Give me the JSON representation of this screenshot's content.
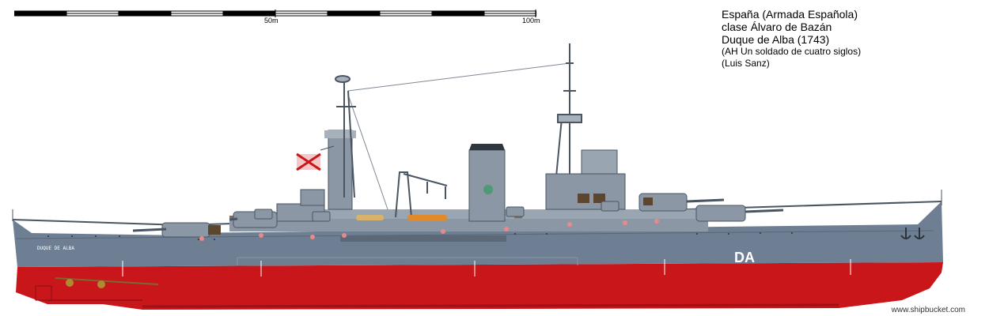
{
  "scale": {
    "label_mid": "50m",
    "label_end": "100m",
    "segments": 10
  },
  "caption": {
    "line1": "España (Armada Española)",
    "line2": "clase Álvaro de Bazán",
    "line3": "Duque de Alba (1743)",
    "line4": "(AH Un soldado de cuatro siglos)",
    "line5": "(Luis Sanz)"
  },
  "ship": {
    "hull_code": "DA",
    "bow_name": "DUQUE DE ALBA"
  },
  "credit": "www.shipbucket.com",
  "colors": {
    "hull_gray": "#6f7f93",
    "hull_gray_dark": "#58677a",
    "antifouling_red": "#c8161a",
    "superstructure": "#8b97a5",
    "deck_brown": "#8a6a48",
    "boat_orange": "#e08a2c"
  }
}
